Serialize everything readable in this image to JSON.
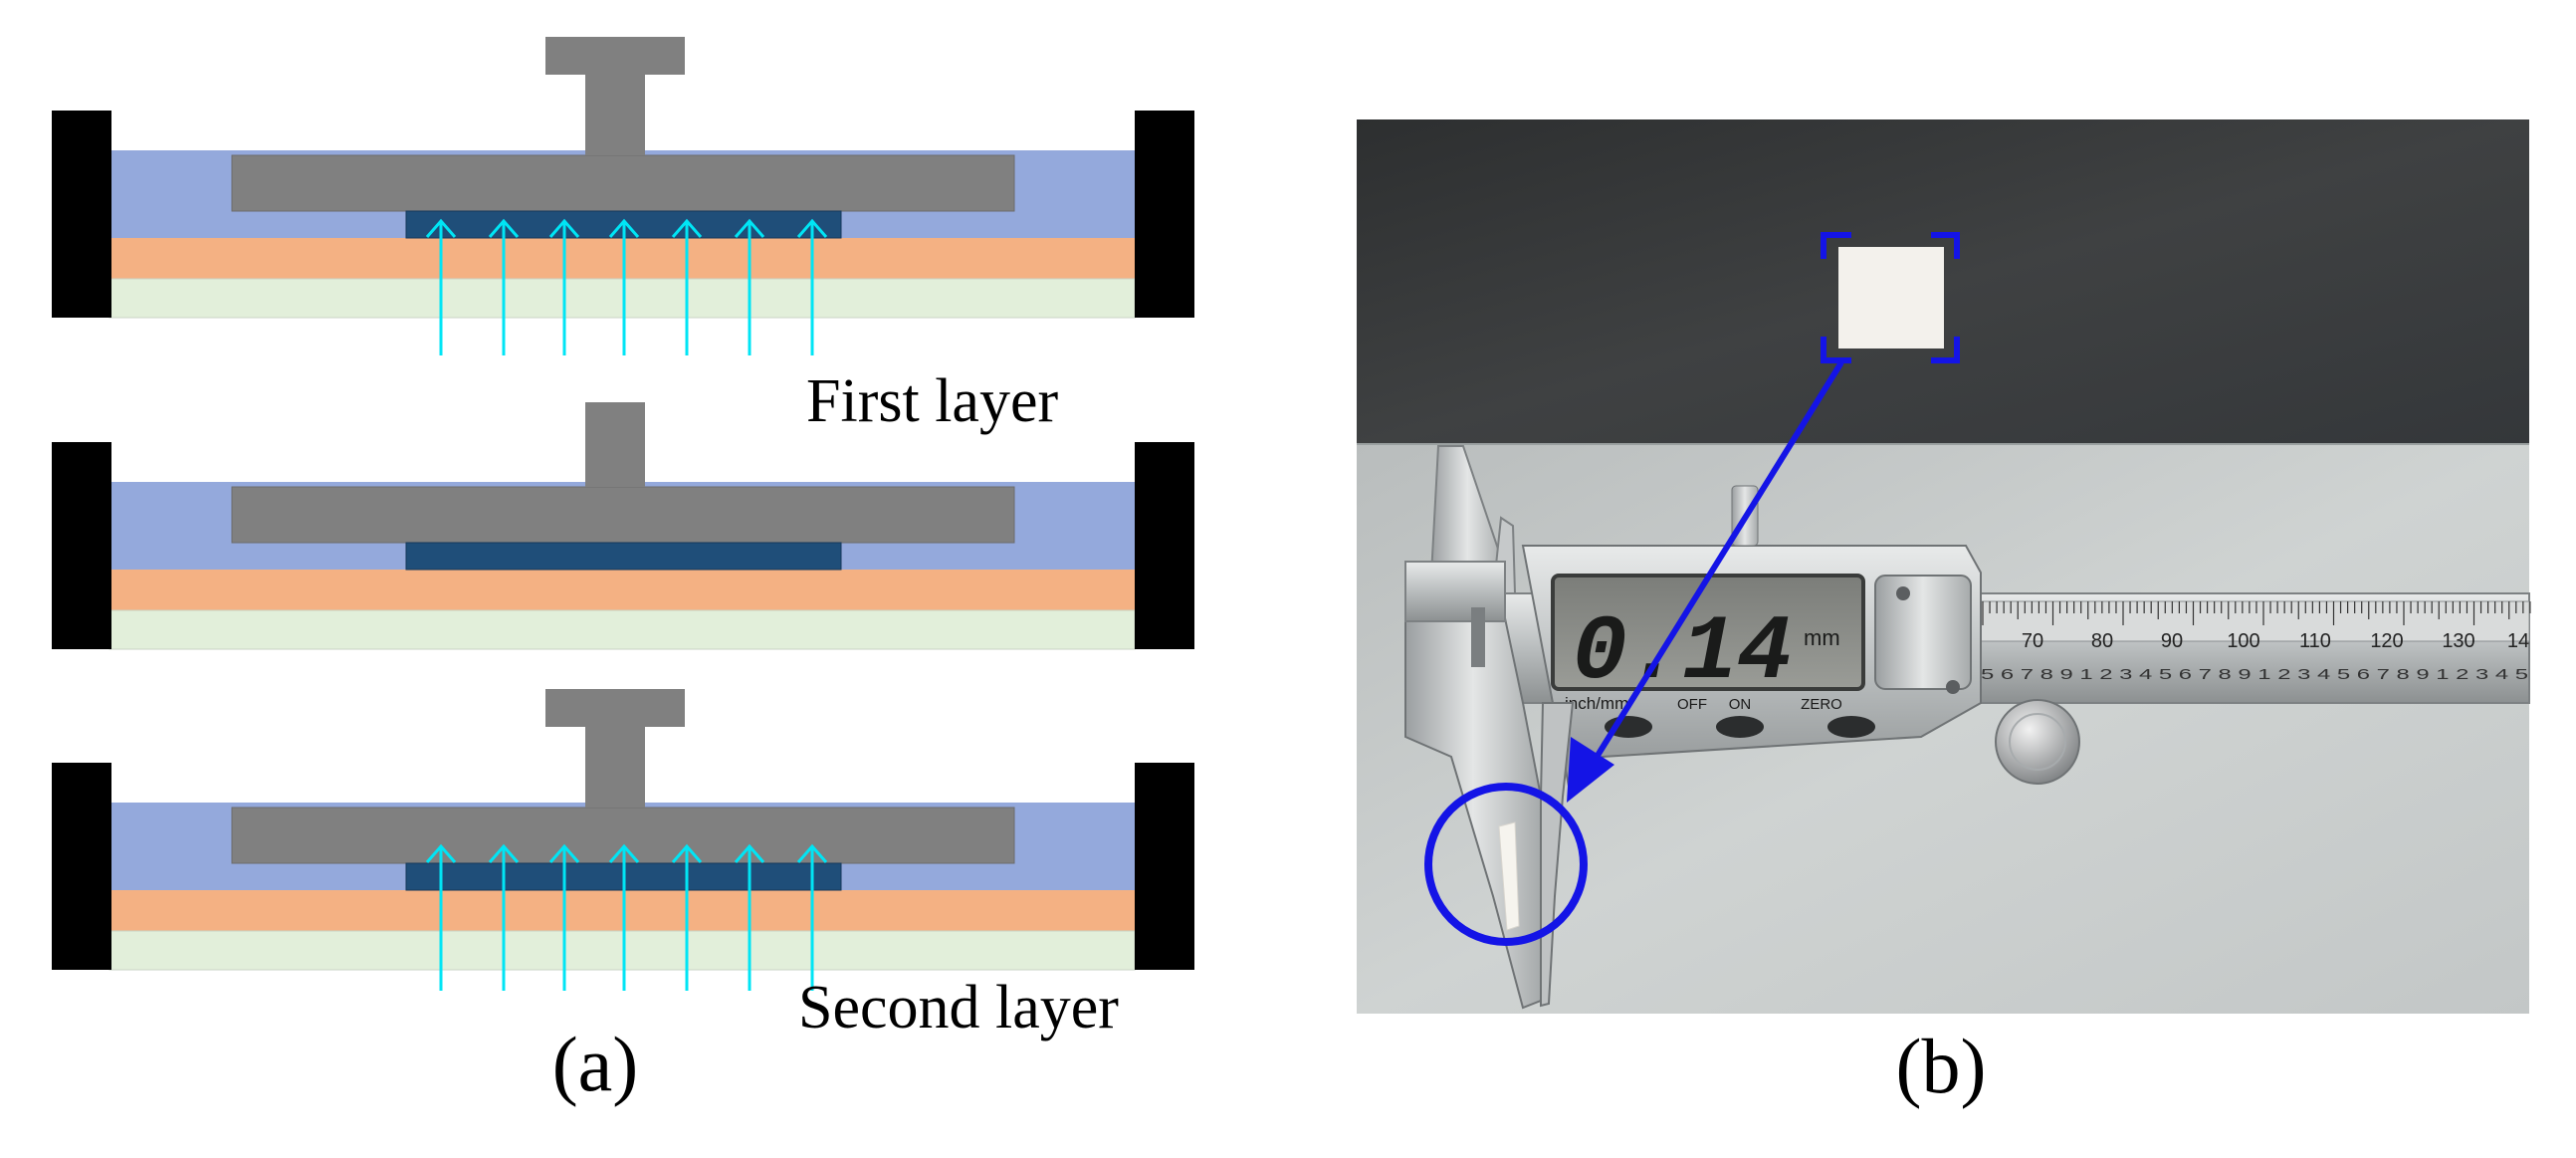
{
  "panel_a": {
    "label": "(a)",
    "annotations": {
      "first": "First layer",
      "second": "Second layer"
    }
  },
  "panel_b": {
    "label": "(b)",
    "caliper": {
      "reading": "0.14",
      "unit": "mm",
      "unit_toggle": "inch/mm",
      "buttons": [
        "OFF",
        "ON",
        "ZERO"
      ],
      "scale_numbers": [
        "70",
        "80",
        "90",
        "100",
        "110",
        "120",
        "130",
        "14"
      ],
      "vernier_digits": "5 6 7 8 9  1 2 3 4 5 6 7 8 9  1 2 3 4 5 6 7 8 9  1 2 3 4 5"
    }
  },
  "colors": {
    "frame": "#000000",
    "plate": "#808080",
    "top_layer": "#94A9DC",
    "middle_layer": "#F4B183",
    "bottom_layer": "#E2EFDA",
    "film": "#1F4E79",
    "uv_arrow": "#00E5F5",
    "marker": "#1414E6",
    "photo_top": "#3b3d3d",
    "photo_bottom": "#c8ccca"
  }
}
